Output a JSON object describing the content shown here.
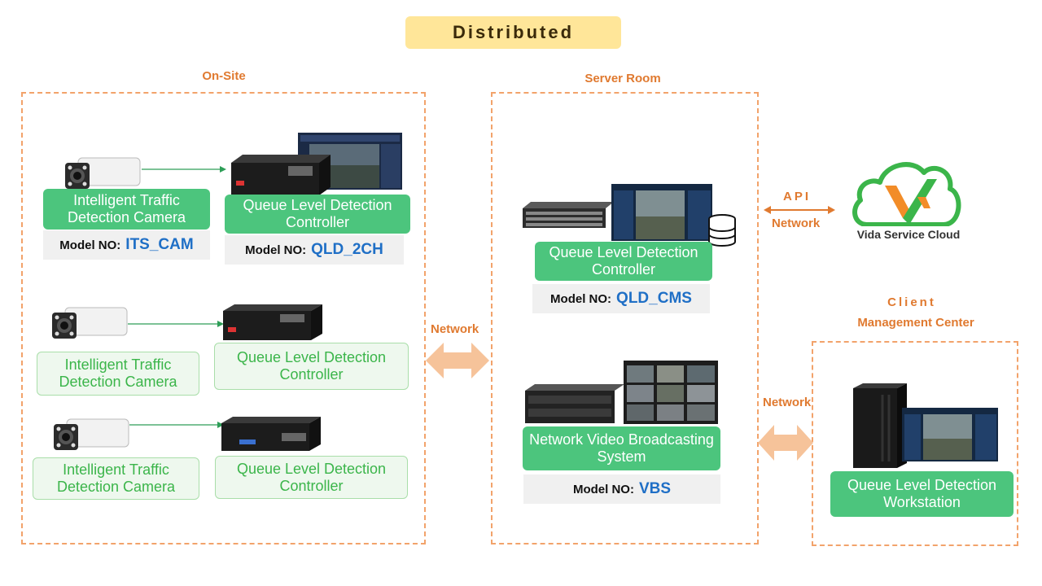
{
  "title": "Distributed",
  "sections": {
    "onsite": "On-Site",
    "server_room": "Server Room",
    "client_line1": "Client",
    "client_line2": "Management  Center"
  },
  "onsite": {
    "row1": {
      "camera": "Intelligent Traffic Detection Camera",
      "controller": "Queue Level Detection Controller",
      "camera_model_label": "Model NO:",
      "camera_model": "ITS_CAM",
      "controller_model_label": "Model NO:",
      "controller_model": "QLD_2CH"
    },
    "row2": {
      "camera": "Intelligent Traffic Detection Camera",
      "controller": "Queue Level Detection Controller"
    },
    "row3": {
      "camera": "Intelligent Traffic Detection Camera",
      "controller": "Queue Level Detection Controller"
    }
  },
  "server": {
    "cms": {
      "label": "Queue Level Detection Controller",
      "model_label": "Model NO:",
      "model": "QLD_CMS"
    },
    "vbs": {
      "label": "Network Video Broadcasting System",
      "model_label": "Model NO:",
      "model": "VBS"
    }
  },
  "cloud": {
    "name": "Vida Service Cloud",
    "api": "API",
    "network": "Network"
  },
  "client": {
    "workstation": "Queue Level Detection Workstation"
  },
  "links": {
    "onsite_server": "Network",
    "server_client": "Network"
  },
  "colors": {
    "accent_orange": "#E07A30",
    "green": "#4CC57D",
    "pill": "#FFE699",
    "model_blue": "#1F6FC6"
  }
}
